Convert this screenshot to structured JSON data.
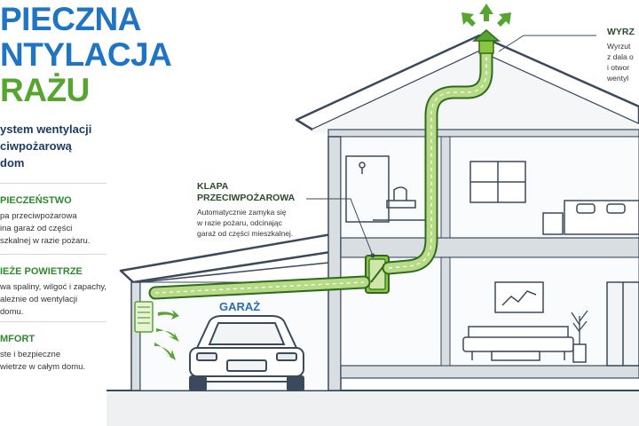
{
  "title": {
    "line1": "PIECZNA",
    "line2": "NTYLACJA",
    "line3": "RAŻU"
  },
  "subtitle": {
    "line1": "ystem wentylacji",
    "line2": "ciwpożarową",
    "line3": "dom"
  },
  "features": [
    {
      "heading": "PIECZEŃSTWO",
      "lines": [
        "pa przeciwpożarowa",
        "ina garaż od części",
        "szkalnej w razie pożaru."
      ]
    },
    {
      "heading": "IEŻE POWIETRZE",
      "lines": [
        "wa spaliny, wilgoć i zapachy,",
        "ależnie od wentylacji",
        "domu."
      ]
    },
    {
      "heading": "MFORT",
      "lines": [
        "ste i bezpieczne",
        "wietrze w całym domu."
      ]
    }
  ],
  "damper_callout": {
    "heading_line1": "KLAPA",
    "heading_line2": "PRZECIWPOŻAROWA",
    "text_line1": "Automatycznie zamyka się",
    "text_line2": "w razie pożaru, odcinając",
    "text_line3": "garaż od części mieszkalnej."
  },
  "exhaust_callout": {
    "heading": "WYRZ",
    "line1": "Wyrzut",
    "line2": "z dala o",
    "line3": "i otwor",
    "line4": "wentyl"
  },
  "garage_label": "GARAŻ",
  "colors": {
    "title_blue": "#1f74c4",
    "accent_green": "#57a530",
    "duct_green": "#8cc63f",
    "outline_dark": "#3a4a5c"
  }
}
